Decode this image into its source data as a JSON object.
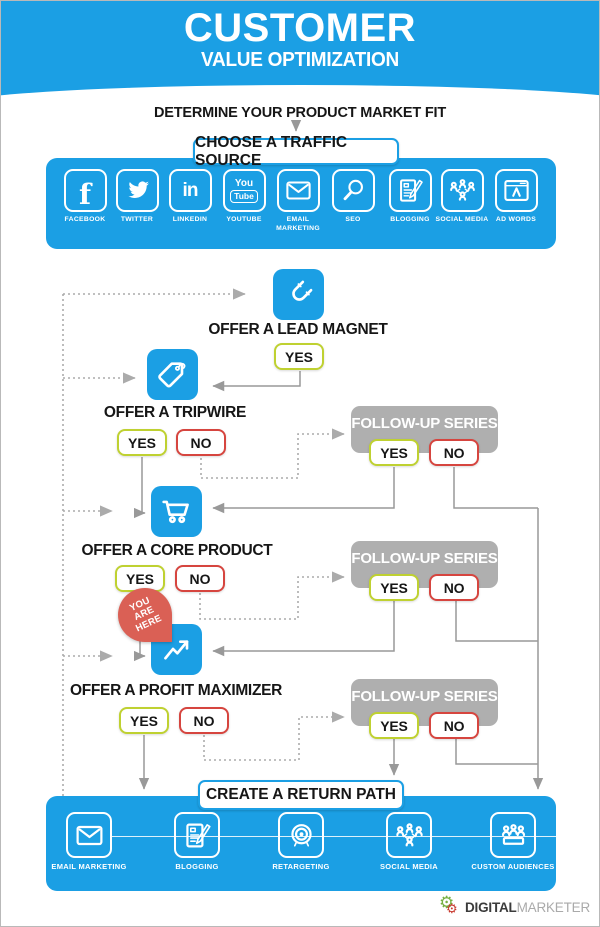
{
  "colors": {
    "brand_blue": "#1b9fe4",
    "yes_green": "#bfd131",
    "no_red": "#d6453f",
    "followup_gray": "#afafaf",
    "pin_red": "#da6055",
    "connector_gray": "#999999",
    "logo_green": "#76b043",
    "logo_red": "#c8382d"
  },
  "header": {
    "title": "CUSTOMER",
    "subtitle": "VALUE OPTIMIZATION"
  },
  "flow": {
    "determine_label": "DETERMINE YOUR PRODUCT MARKET FIT",
    "choose_label": "CHOOSE A TRAFFIC SOURCE",
    "traffic_sources": [
      {
        "label": "FACEBOOK",
        "icon": "facebook-icon"
      },
      {
        "label": "TWITTER",
        "icon": "twitter-icon"
      },
      {
        "label": "LINKEDIN",
        "icon": "linkedin-icon"
      },
      {
        "label": "YOUTUBE",
        "icon": "youtube-icon"
      },
      {
        "label": "EMAIL MARKETING",
        "icon": "email-icon"
      },
      {
        "label": "SEO",
        "icon": "seo-icon"
      },
      {
        "label": "BLOGGING",
        "icon": "blogging-icon"
      },
      {
        "label": "SOCIAL MEDIA",
        "icon": "social-media-icon"
      },
      {
        "label": "AD WORDS",
        "icon": "adwords-icon"
      }
    ],
    "steps": {
      "lead_magnet": {
        "label": "OFFER A LEAD MAGNET",
        "yes": "YES",
        "icon": "magnet-icon"
      },
      "tripwire": {
        "label": "OFFER A TRIPWIRE",
        "yes": "YES",
        "no": "NO",
        "icon": "price-tag-icon"
      },
      "core_product": {
        "label": "OFFER A CORE PRODUCT",
        "yes": "YES",
        "no": "NO",
        "icon": "shopping-cart-icon"
      },
      "profit_maximizer": {
        "label": "OFFER A PROFIT MAXIMIZER",
        "yes": "YES",
        "no": "NO",
        "icon": "trend-up-icon"
      }
    },
    "followups": [
      {
        "label": "FOLLOW-UP SERIES",
        "yes": "YES",
        "no": "NO"
      },
      {
        "label": "FOLLOW-UP SERIES",
        "yes": "YES",
        "no": "NO"
      },
      {
        "label": "FOLLOW-UP SERIES",
        "yes": "YES",
        "no": "NO"
      }
    ],
    "you_are_here": {
      "line1": "YOU",
      "line2": "ARE",
      "line3": "HERE"
    },
    "return_path_label": "CREATE A RETURN PATH",
    "return_channels": [
      {
        "label": "EMAIL MARKETING",
        "icon": "email-icon"
      },
      {
        "label": "BLOGGING",
        "icon": "blogging-icon"
      },
      {
        "label": "RETARGETING",
        "icon": "retargeting-icon"
      },
      {
        "label": "SOCIAL MEDIA",
        "icon": "social-media-icon"
      },
      {
        "label": "CUSTOM AUDIENCES",
        "icon": "custom-audiences-icon"
      }
    ]
  },
  "footer": {
    "logo_bold": "DIGITAL",
    "logo_light": "MARKETER"
  }
}
